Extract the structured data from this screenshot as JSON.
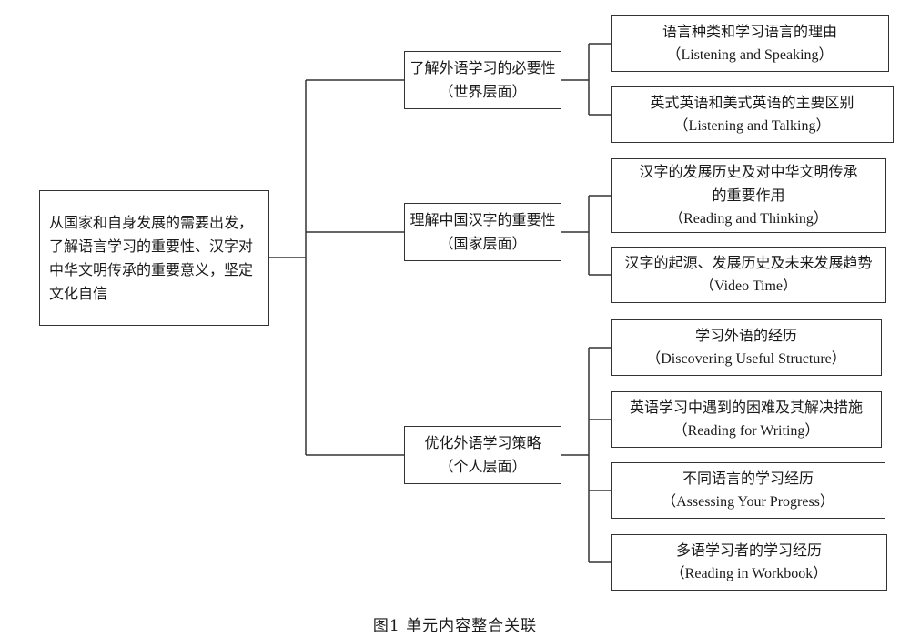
{
  "root": {
    "lines": [
      "从国家和自身发展的需要出发，",
      "了解语言学习的重要性、汉字对",
      "中华文明传承的重要意义，坚定",
      "文化自信"
    ]
  },
  "groups": [
    {
      "title": "了解外语学习的必要性",
      "level": "（世界层面）",
      "items": [
        {
          "cn": [
            "语言种类和学习语言的理由"
          ],
          "en": "（Listening and Speaking）"
        },
        {
          "cn": [
            "英式英语和美式英语的主要区别"
          ],
          "en": "（Listening and Talking）"
        }
      ]
    },
    {
      "title": "理解中国汉字的重要性",
      "level": "（国家层面）",
      "items": [
        {
          "cn": [
            "汉字的发展历史及对中华文明传承",
            "的重要作用"
          ],
          "en": "（Reading and Thinking）"
        },
        {
          "cn": [
            "汉字的起源、发展历史及未来发展趋势"
          ],
          "en": "（Video Time）"
        }
      ]
    },
    {
      "title": "优化外语学习策略",
      "level": "（个人层面）",
      "items": [
        {
          "cn": [
            "学习外语的经历"
          ],
          "en": "（Discovering Useful Structure）"
        },
        {
          "cn": [
            "英语学习中遇到的困难及其解决措施"
          ],
          "en": "（Reading for Writing）"
        },
        {
          "cn": [
            "不同语言的学习经历"
          ],
          "en": "（Assessing Your Progress）"
        },
        {
          "cn": [
            "多语学习者的学习经历"
          ],
          "en": "（Reading in Workbook）"
        }
      ]
    }
  ],
  "caption": "图1  单元内容整合关联"
}
